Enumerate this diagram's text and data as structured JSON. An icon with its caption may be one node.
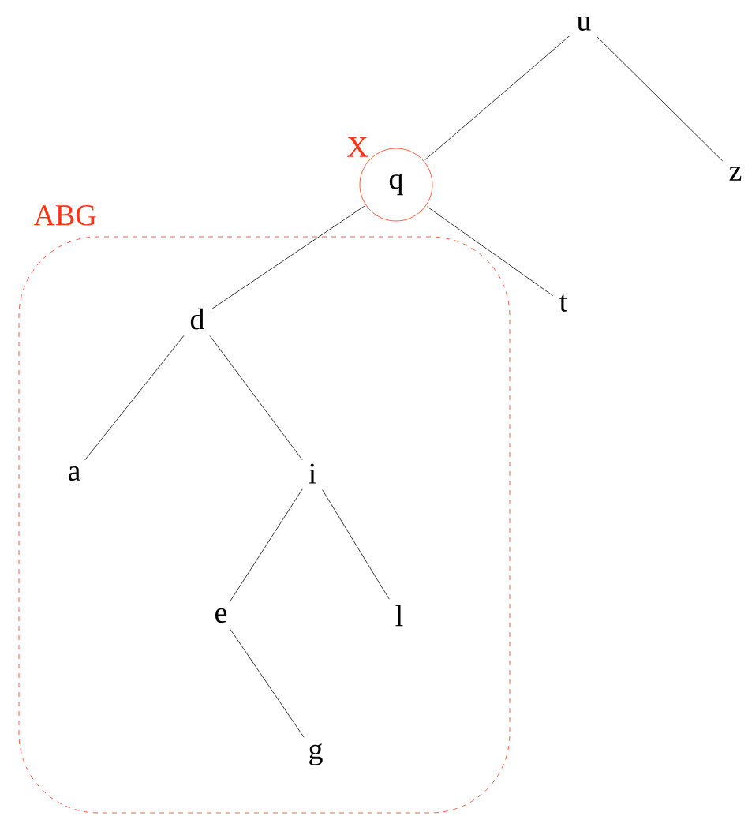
{
  "diagram": {
    "nodes": [
      {
        "text": [
          "u"
        ]
      },
      {
        "text": [
          "q"
        ],
        "beside": [
          "X"
        ]
      },
      {
        "text": [
          "z"
        ]
      },
      {
        "text": [
          "t"
        ]
      },
      {
        "text": [
          "ABG"
        ]
      },
      {
        "text": [
          "d"
        ],
        "in": 4
      },
      {
        "text": [
          "a"
        ],
        "in": 4
      },
      {
        "text": [
          "i"
        ],
        "in": 4
      },
      {
        "text": [
          "e"
        ],
        "in": 4
      },
      {
        "text": [
          "l"
        ],
        "in": 4
      },
      {
        "text": [
          "g"
        ],
        "in": 4
      }
    ],
    "edges": [
      {
        "from": 0,
        "to": 1,
        "arrow": "none"
      },
      {
        "from": 0,
        "to": 2,
        "arrow": "none"
      },
      {
        "from": 1,
        "to": 5,
        "arrow": "none"
      },
      {
        "from": 1,
        "to": 3,
        "arrow": "none"
      },
      {
        "from": 5,
        "to": 6,
        "arrow": "none"
      },
      {
        "from": 5,
        "to": 7,
        "arrow": "none"
      },
      {
        "from": 7,
        "to": 8,
        "arrow": "none"
      },
      {
        "from": 7,
        "to": 9,
        "arrow": "none"
      },
      {
        "from": 8,
        "to": 10,
        "arrow": "none"
      }
    ]
  }
}
